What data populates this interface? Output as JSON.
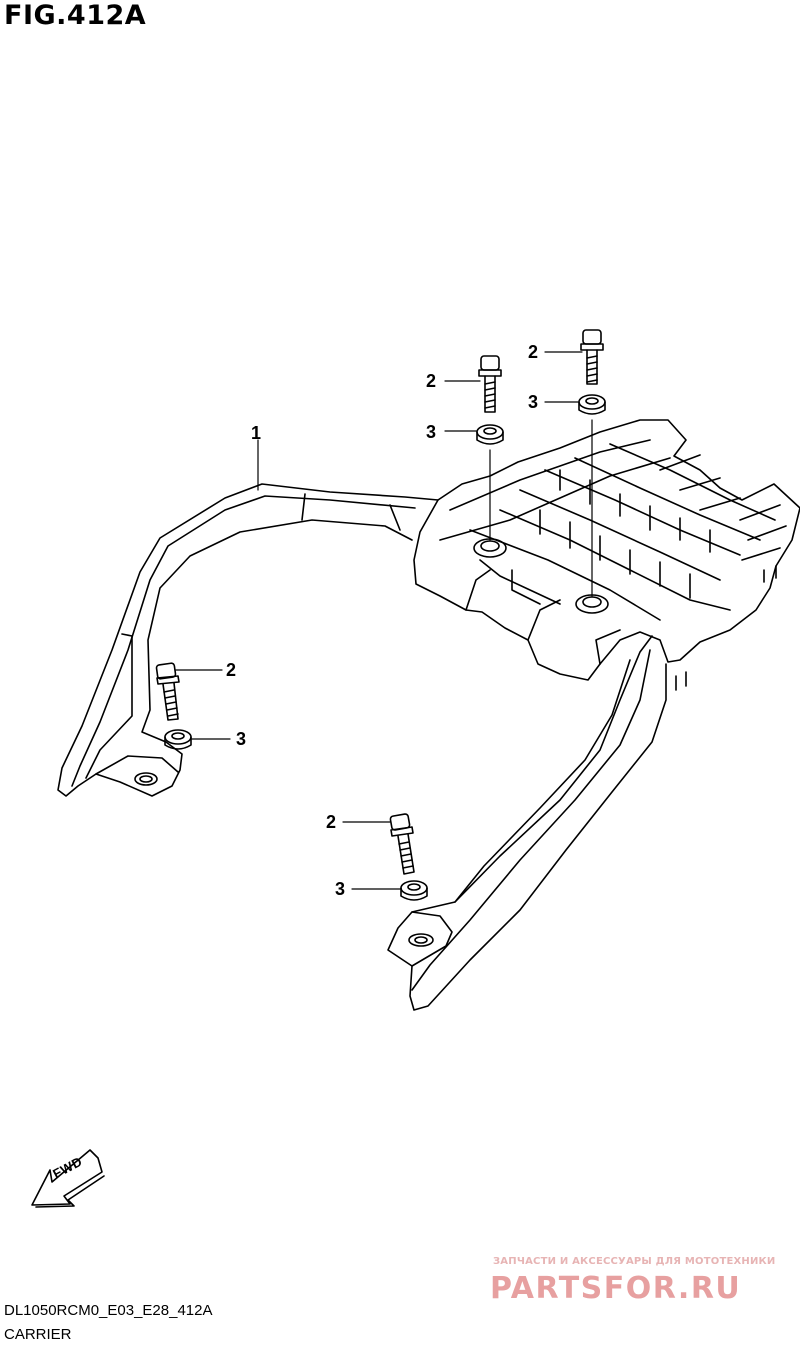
{
  "figure": {
    "title": "FIG.412A"
  },
  "callouts": [
    "1",
    "2",
    "3",
    "2",
    "3",
    "2",
    "3",
    "2",
    "3"
  ],
  "fwd_arrow": {
    "label": "FWD"
  },
  "footer": {
    "code": "DL1050RCM0_E03_E28_412A",
    "part_name": "CARRIER"
  },
  "watermark": {
    "tagline": "ЗАПЧАСТИ И АКСЕССУАРЫ ДЛЯ МОТОТЕХНИКИ",
    "logo_text": "PARTSFOR.RU"
  },
  "colors": {
    "line": "#000000",
    "watermark": "#e7a0a0"
  }
}
